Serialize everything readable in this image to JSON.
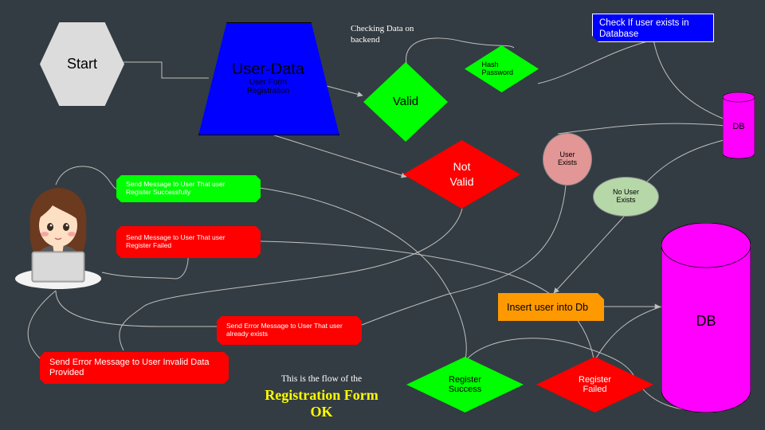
{
  "colors": {
    "background": "#333c42",
    "start": "#dcdcdc",
    "user_data": "#0000ff",
    "valid": "#00ff00",
    "not_valid": "#ff0000",
    "hash": "#00ff00",
    "check_db": "#0000ff",
    "db": "#ff00ff",
    "user_exists": "#e39696",
    "no_user": "#b6d7a8",
    "insert": "#ff9900",
    "title_yellow": "#ffff00",
    "connector": "#bfbfbf"
  },
  "nodes": {
    "start": "Start",
    "user_data_title": "User-Data",
    "user_data_sub1": "User Form",
    "user_data_sub2": "Registration",
    "checking": "Checking Data on backend",
    "hash": "Hash Password",
    "check_db": "Check If user exists in Database",
    "valid": "Valid",
    "not_valid_1": "Not",
    "not_valid_2": "Valid",
    "db_small": "DB",
    "db_large": "DB",
    "user_exists": "User Exists",
    "no_user": "No User Exists",
    "insert": "Insert user into Db",
    "send_success": "Send Message to User That user Register Successfully",
    "send_failed": "Send Message to User That user Register Failed",
    "send_exists": "Send Error Message to User That user already exists",
    "send_invalid": "Send Error Message to User Invalid Data Provided",
    "register_success": "Register Success",
    "register_failed": "Register Failed"
  },
  "footer": {
    "line1": "This is the flow of the",
    "line2": "Registration Form",
    "line3": "OK"
  },
  "icons": {
    "user": "user-at-laptop-icon"
  }
}
